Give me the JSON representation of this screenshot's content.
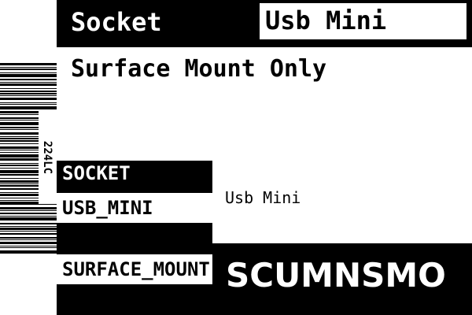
{
  "header": {
    "left_label": "Socket",
    "right_label": "Usb Mini"
  },
  "subtitle": "Surface Mount Only",
  "barcode": {
    "code": "224LC"
  },
  "fields": {
    "line1": "SOCKET",
    "line2": "USB_MINI",
    "line4": "SURFACE_MOUNT"
  },
  "center_label": "Usb Mini",
  "code": "SCUMNSMO",
  "colors": {
    "ink": "#000000",
    "paper": "#ffffff"
  }
}
